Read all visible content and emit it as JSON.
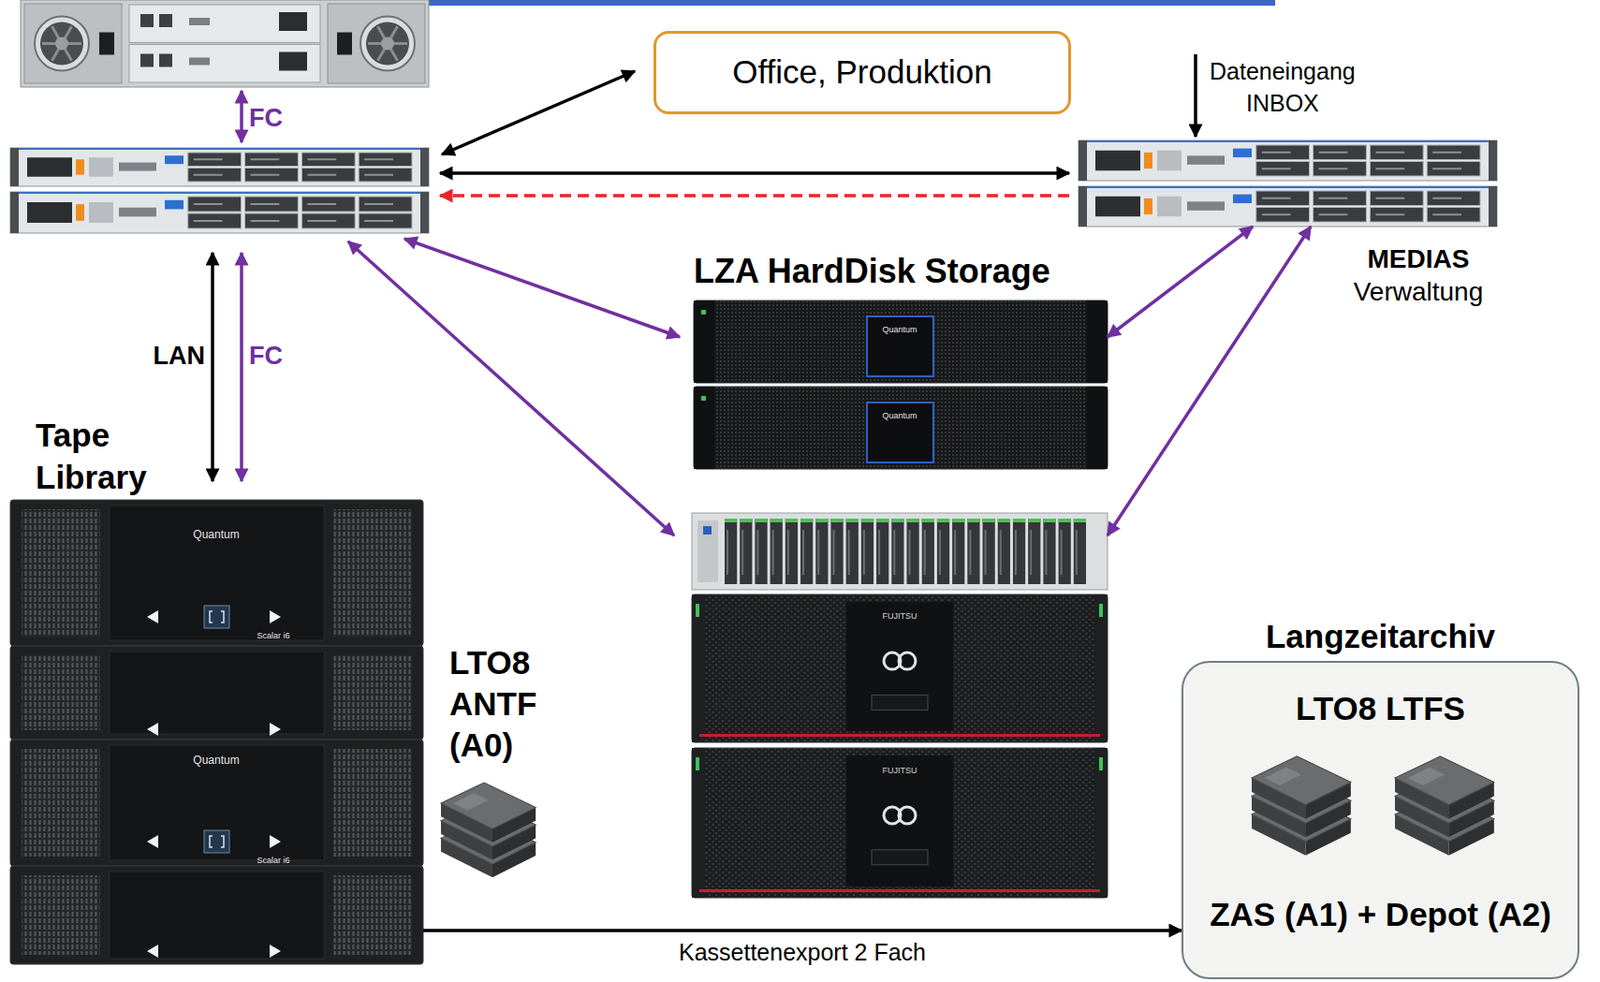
{
  "diagram": {
    "nodes": [
      {
        "text": [
          "Office, Produktion"
        ]
      },
      {
        "text": [
          "MEDIAS",
          "Verwaltung"
        ]
      },
      {
        "text": [
          "LZA HardDisk Storage"
        ]
      },
      {
        "text": [
          "Tape Library"
        ]
      },
      {
        "text": [
          "Langzeitarchiv",
          "LTO8 LTFS",
          "ZAS (A1) + Depot (A2)"
        ]
      }
    ],
    "edges": [
      {
        "from": 1,
        "to": 2,
        "arrow": "both"
      },
      {
        "from": 1,
        "to": 2,
        "arrow": "both"
      },
      {
        "from": 3,
        "to": 4,
        "label": "Kassettenexport 2 Fach",
        "arrow": "to"
      }
    ],
    "labels": [
      "FC",
      "Dateneingang INBOX",
      "LAN",
      "FC",
      "Quantum",
      "Quantum",
      "Quantum",
      "Scalar i6",
      "LTO8 ANTF (A0)",
      "FUJITSU",
      "Quantum",
      "Scalar i6",
      "FUJITSU"
    ]
  }
}
